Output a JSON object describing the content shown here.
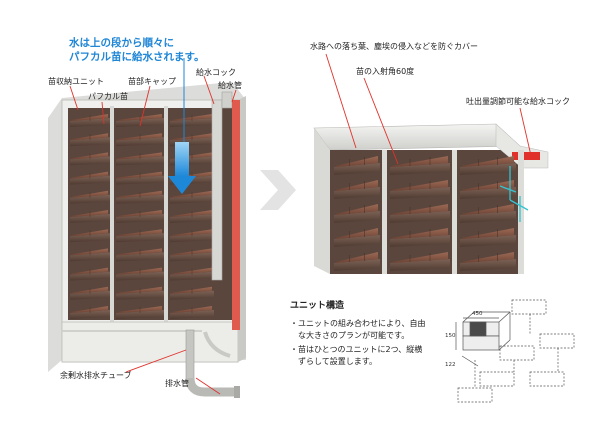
{
  "headline": {
    "line1": "水は上の段から順々に",
    "line2": "パフカル苗に給水されます。"
  },
  "left_labels": {
    "seedling_unit": "苗収納ユニット",
    "puffcal_seedling": "パフカル苗",
    "seedling_cap": "苗部キャップ",
    "supply_cock": "給水コック",
    "supply_pipe": "給水管",
    "overflow_tube": "余剰水排水チューブ",
    "drain_pipe": "排水管"
  },
  "right_labels": {
    "cover": "水路への落ち葉、塵埃の侵入などを防ぐカバー",
    "angle": "苗の入射角60度",
    "cock": "吐出量調節可能な給水コック"
  },
  "unit_structure": {
    "title": "ユニット構造",
    "bullets": [
      {
        "l1": "・ユニットの組み合わせにより、自由",
        "l2": "　な大きさのプランが可能です。"
      },
      {
        "l1": "・苗はひとつのユニットに2つ、縦横",
        "l2": "　ずらして設置します。"
      }
    ],
    "dims": {
      "w": "450",
      "h": "150",
      "d": "122"
    }
  },
  "colors": {
    "accent_blue": "#1f86d6",
    "pointer_red": "#e0322a",
    "frame": "#e8e8e6",
    "shelf": "#6b5347",
    "brick": "#8a5a48"
  }
}
